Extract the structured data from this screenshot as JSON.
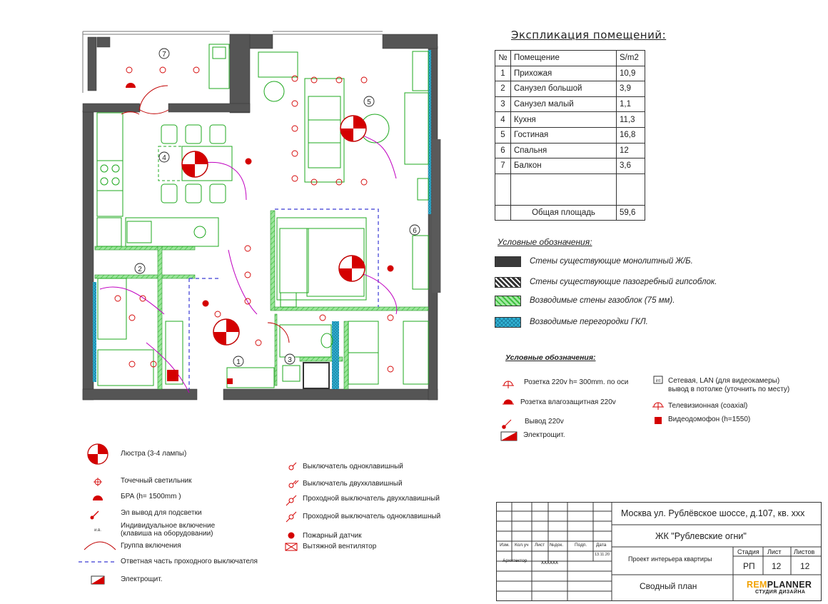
{
  "explication": {
    "title": "Экспликация помещений:",
    "header": {
      "num": "№",
      "room": "Помещение",
      "area": "S/m2"
    },
    "rows": [
      {
        "num": "1",
        "room": "Прихожая",
        "area": "10,9"
      },
      {
        "num": "2",
        "room": "Санузел большой",
        "area": "3,9"
      },
      {
        "num": "3",
        "room": "Санузел малый",
        "area": "1,1"
      },
      {
        "num": "4",
        "room": "Кухня",
        "area": "11,3"
      },
      {
        "num": "5",
        "room": "Гостиная",
        "area": "16,8"
      },
      {
        "num": "6",
        "room": "Спальня",
        "area": "12"
      },
      {
        "num": "7",
        "room": "Балкон",
        "area": "3,6"
      }
    ],
    "total_label": "Общая площадь",
    "total_value": "59,6"
  },
  "wall_legend": {
    "title": "Условные обозначения:",
    "items": [
      {
        "text": "Стены существующие монолитный Ж/Б.",
        "color": "#3a3a3a"
      },
      {
        "text": "Стены существующие пазогребный гипсоблок.",
        "color": "#555555"
      },
      {
        "text": "Возводимые стены газоблок (75 мм).",
        "color": "#77dd77"
      },
      {
        "text": "Возводимые перегородки ГКЛ.",
        "color": "#27a9c9"
      }
    ]
  },
  "socket_legend": {
    "title": "Условные обозначения:",
    "left": [
      {
        "icon": "socket-icon",
        "text": "Розетка 220v  h= 300mm. по оси"
      },
      {
        "icon": "waterproof-socket-icon",
        "text": "Розетка влагозащитная 220v"
      },
      {
        "icon": "outlet-220-icon",
        "text": "Вывод 220v"
      },
      {
        "icon": "panel-icon",
        "text": "Электрощит."
      }
    ],
    "right": [
      {
        "icon": "lan-icon",
        "text": "Сетевая, LAN (для видеокамеры)",
        "text2": "вывод в потолке (уточнить по месту)",
        "icon_label": "int"
      },
      {
        "icon": "tv-socket-icon",
        "text": "Телевизионная (coaxial)"
      },
      {
        "icon": "intercom-icon",
        "text": "Видеодомофон (h=1550)"
      }
    ]
  },
  "light_legend": {
    "items": [
      {
        "icon": "chandelier-icon",
        "text": "Люстра (3-4 лампы)"
      },
      {
        "icon": "spotlight-icon",
        "text": "Точечный светильник"
      },
      {
        "icon": "sconce-icon",
        "text": "БРА (h= 1500mm )"
      },
      {
        "icon": "light-outlet-icon",
        "text": "Эл вывод для подсветки"
      },
      {
        "icon": "individual-switch-icon",
        "text": "Индивидуальное включение",
        "text2": "(клавиша на оборудовании)",
        "icon_label": "и.в."
      },
      {
        "icon": "switch-group-icon",
        "text": "Группа включения"
      },
      {
        "icon": "pass-switch-line-icon",
        "text": "Ответная часть проходного выключателя"
      },
      {
        "icon": "panel-icon",
        "text": "Электрощит."
      }
    ]
  },
  "switch_legend": {
    "items": [
      {
        "icon": "switch-single-icon",
        "text": "Выключатель одноклавишный"
      },
      {
        "icon": "switch-double-icon",
        "text": "Выключатель двухклавишный"
      },
      {
        "icon": "pass-switch-double-icon",
        "text": "Проходной выключатель двухклавишный"
      },
      {
        "icon": "pass-switch-single-icon",
        "text": "Проходной выключатель одноклавишный"
      },
      {
        "icon": "smoke-detector-icon",
        "text": "Пожарный датчик"
      },
      {
        "icon": "exhaust-fan-icon",
        "text": "Вытяжной вентилятор"
      }
    ]
  },
  "room_numbers": [
    "1",
    "2",
    "3",
    "4",
    "5",
    "6",
    "7"
  ],
  "stamp": {
    "address": "Москва ул. Рублёвское шоссе, д.107, кв. ххх",
    "complex": "ЖК \"Рублевские огни\"",
    "cols": [
      "Изм.",
      "Кол.уч",
      "Лист",
      "№док.",
      "Подп.",
      "Дата"
    ],
    "date": "13.11.20",
    "role": "Архитектор",
    "role_name": "хххххх",
    "project": "Проект интерьера квартиры",
    "stage_label": "Стадия",
    "sheet_label": "Лист",
    "sheets_label": "Листов",
    "stage": "РП",
    "sheet": "12",
    "sheets": "12",
    "sheet_title": "Сводный план",
    "logo_rem": "REM",
    "logo_planner": "PLANNER",
    "logo_sub": "СТУДИЯ ДИЗАЙНА"
  },
  "colors": {
    "red": "#d40000",
    "green": "#1fa81f",
    "magenta": "#c000c0",
    "wall": "#4a4a4a",
    "blue": "#27a9c9"
  }
}
